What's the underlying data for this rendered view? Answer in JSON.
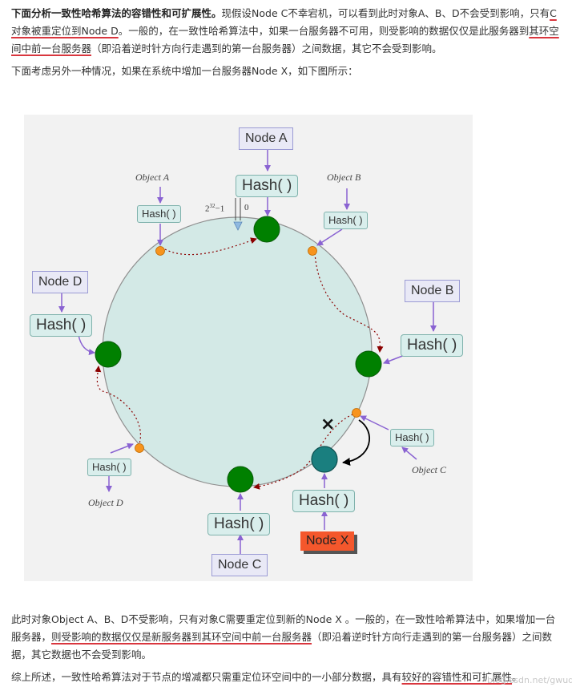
{
  "paragraph1": {
    "bold": "下面分析一致性哈希算法的容错性和可扩展性。",
    "t1": "现假设Node C不幸宕机，可以看到此时对象A、B、D不会受到影响，只有",
    "u1": "C对象被重定位到Node D",
    "t2": "。一般的，在一致性哈希算法中，如果一台服务器不可用，则受影响的数据仅仅是此服务器到",
    "u2": "其环空间中前一台服务器",
    "t3": "（即沿着逆时针方向行走遇到的第一台服务器）之间数据，其它不会受到影响。"
  },
  "paragraph2": "下面考虑另外一种情况，如果在系统中增加一台服务器Node X，如下图所示：",
  "diagram": {
    "nodes": [
      "Node A",
      "Node B",
      "Node C",
      "Node D"
    ],
    "node_x": "Node X",
    "hash_label": "Hash( )",
    "objects": [
      "Object A",
      "Object B",
      "Object C",
      "Object D"
    ],
    "tick_max": "2",
    "tick_exp": "32",
    "tick_minus": "−1",
    "tick_zero": "0",
    "colors": {
      "ring_fill": "#d3e9e6",
      "server": "#008000",
      "new_server": "#1a7f7f",
      "object": "#f7941d",
      "arrow_path": "#8b0000",
      "node_x": "#f4572c"
    }
  },
  "paragraph3": {
    "t1": "此时对象Object A、B、D不受影响，只有对象C需要重定位到新的Node X 。一般的，在一致性哈希算法中，如果增加一台服务器，",
    "u1": "则受影响的数据仅仅是新服务器到其环空间中前一台服务器",
    "t2": "（即沿着逆时针方向行走遇到的第一台服务器）之间数据，其它数据也不会受到影响。"
  },
  "paragraph4": {
    "t1": "综上所述，一致性哈希算法对于节点的增减都只需重定位环空间中的一小部分数据，具有",
    "u1": "较好的容错性和可扩展性",
    "t2": "。"
  },
  "watermark": "blog.csdn.net/gwudi"
}
